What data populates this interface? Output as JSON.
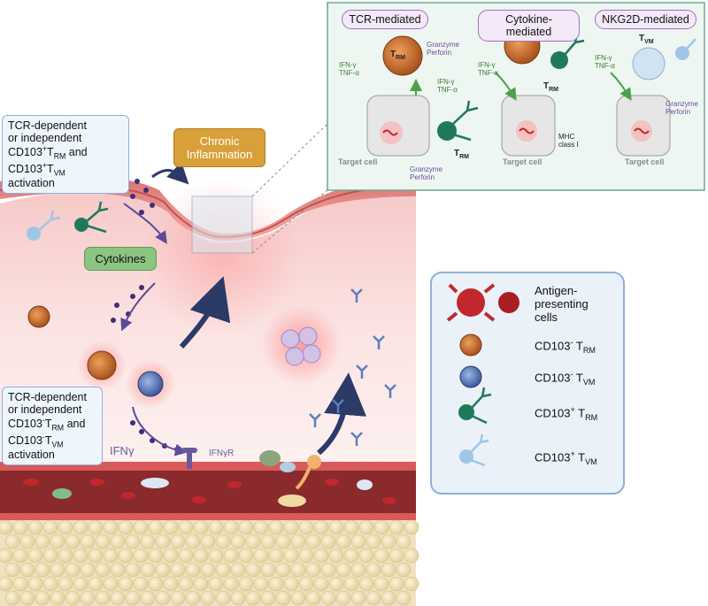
{
  "activation_top": {
    "line1": "TCR-dependent",
    "line2": "or independent",
    "line3_pre": "CD103",
    "line3_sup": "+",
    "line3_mid": "T",
    "line3_sub": "RM",
    "line3_post": " and",
    "line4_pre": "CD103",
    "line4_sup": "+",
    "line4_mid": "T",
    "line4_sub": "VM",
    "line5": "activation"
  },
  "activation_bottom": {
    "line1": "TCR-dependent",
    "line2": "or independent",
    "line3_pre": "CD103",
    "line3_sup": "-",
    "line3_mid": "T",
    "line3_sub": "RM",
    "line3_post": " and",
    "line4_pre": "CD103",
    "line4_sup": "-",
    "line4_mid": "T",
    "line4_sub": "VM",
    "line5": "activation"
  },
  "chronic_inflammation": "Chronic Inflammation",
  "cytokines": "Cytokines",
  "ifng": "IFNγ",
  "ifngr": "IFNγR",
  "inset": {
    "tcr_title": "TCR-mediated",
    "cytokine_title": "Cytokine-mediated",
    "nkg2d_title": "NKG2D-mediated",
    "ifn_g": "IFN-γ",
    "tnf_a": "TNF-α",
    "granzyme": "Granzyme",
    "perforin": "Perforin",
    "target_cell": "Target cell",
    "mhc1": "MHC",
    "mhc2": "class I",
    "t": "T",
    "rm": "RM",
    "vm": "VM"
  },
  "legend": {
    "apc1": "Antigen-",
    "apc2": "presenting",
    "apc3": "cells",
    "item2_pre": "CD103",
    "item2_sup": "-",
    "item2_mid": " T",
    "item2_sub": "RM",
    "item3_pre": "CD103",
    "item3_sup": "-",
    "item3_mid": " T",
    "item3_sub": "VM",
    "item4_pre": "CD103",
    "item4_sup": "+",
    "item4_mid": " T",
    "item4_sub": "RM",
    "item5_pre": "CD103",
    "item5_sup": "+",
    "item5_mid": " T",
    "item5_sub": "VM"
  },
  "colors": {
    "trm_orange": "#c9702e",
    "tvm_blue": "#5a7fc0",
    "cd103_trm_teal": "#1f7a5c",
    "cd103_tvm_lightblue": "#9fc6e6",
    "apc_red": "#c0282d",
    "inset_bg": "#eef6f2",
    "chronic_box": "#d9a03a",
    "cytokines_box": "#8cc482"
  }
}
